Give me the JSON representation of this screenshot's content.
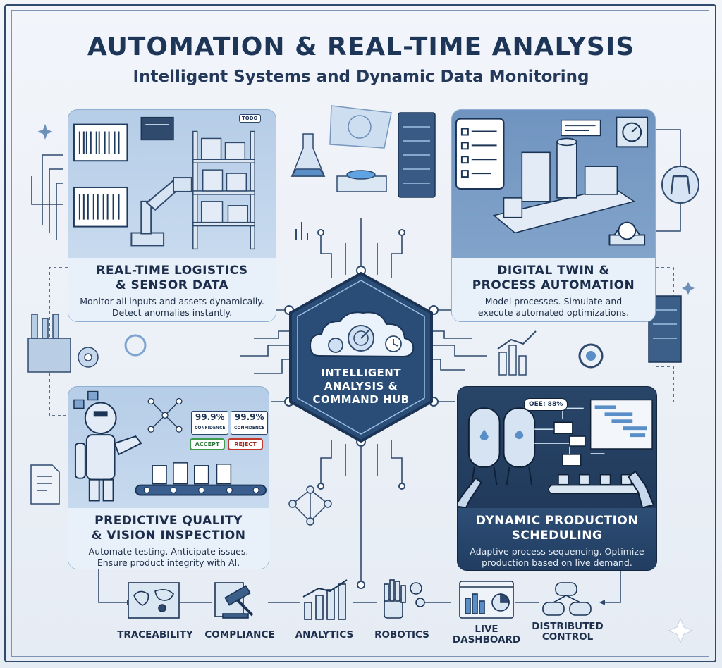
{
  "header": {
    "title": "AUTOMATION & REAL-TIME ANALYSIS",
    "subtitle": "Intelligent Systems and Dynamic Data Monitoring"
  },
  "hub": {
    "title": "INTELLIGENT ANALYSIS & COMMAND HUB"
  },
  "panels": [
    {
      "title_line1": "REAL-TIME LOGISTICS",
      "title_line2": "& SENSOR DATA",
      "desc_line1": "Monitor all inputs and assets dynamically.",
      "desc_line2": "Detect anomalies instantly."
    },
    {
      "title_line1": "DIGITAL TWIN &",
      "title_line2": "PROCESS AUTOMATION",
      "desc_line1": "Model processes. Simulate and",
      "desc_line2": "execute automated optimizations."
    },
    {
      "title_line1": "PREDICTIVE QUALITY",
      "title_line2": "& VISION INSPECTION",
      "desc_line1": "Automate testing. Anticipate issues.",
      "desc_line2": "Ensure product integrity with AI.",
      "confidence_1": "99.9%",
      "confidence_1_label": "CONFIDENCE",
      "confidence_2": "99.9%",
      "confidence_2_label": "CONFIDENCE",
      "accept_label": "ACCEPT",
      "reject_label": "REJECT"
    },
    {
      "title_line1": "DYNAMIC PRODUCTION",
      "title_line2": "SCHEDULING",
      "desc_line1": "Adaptive process sequencing. Optimize",
      "desc_line2": "production based on live demand.",
      "oee_label": "OEE: 88%"
    }
  ],
  "bottom_icons": [
    {
      "label": "TRACEABILITY",
      "icon": "world-map-icon"
    },
    {
      "label": "COMPLIANCE",
      "icon": "gavel-icon"
    },
    {
      "label": "ANALYTICS",
      "icon": "bar-chart-icon"
    },
    {
      "label": "ROBOTICS",
      "icon": "robot-hand-icon"
    },
    {
      "label_line1": "LIVE",
      "label_line2": "DASHBOARD",
      "icon": "dashboard-icon"
    },
    {
      "label_line1": "DISTRIBUTED",
      "label_line2": "CONTROL",
      "icon": "gamepad-icon"
    }
  ],
  "colors": {
    "navy": "#1d3557",
    "line": "#2f4a6d",
    "panel_light": "#b6cde7",
    "panel_dark": "#1e3555",
    "accept": "#3f9a4c",
    "reject": "#c0392b"
  }
}
